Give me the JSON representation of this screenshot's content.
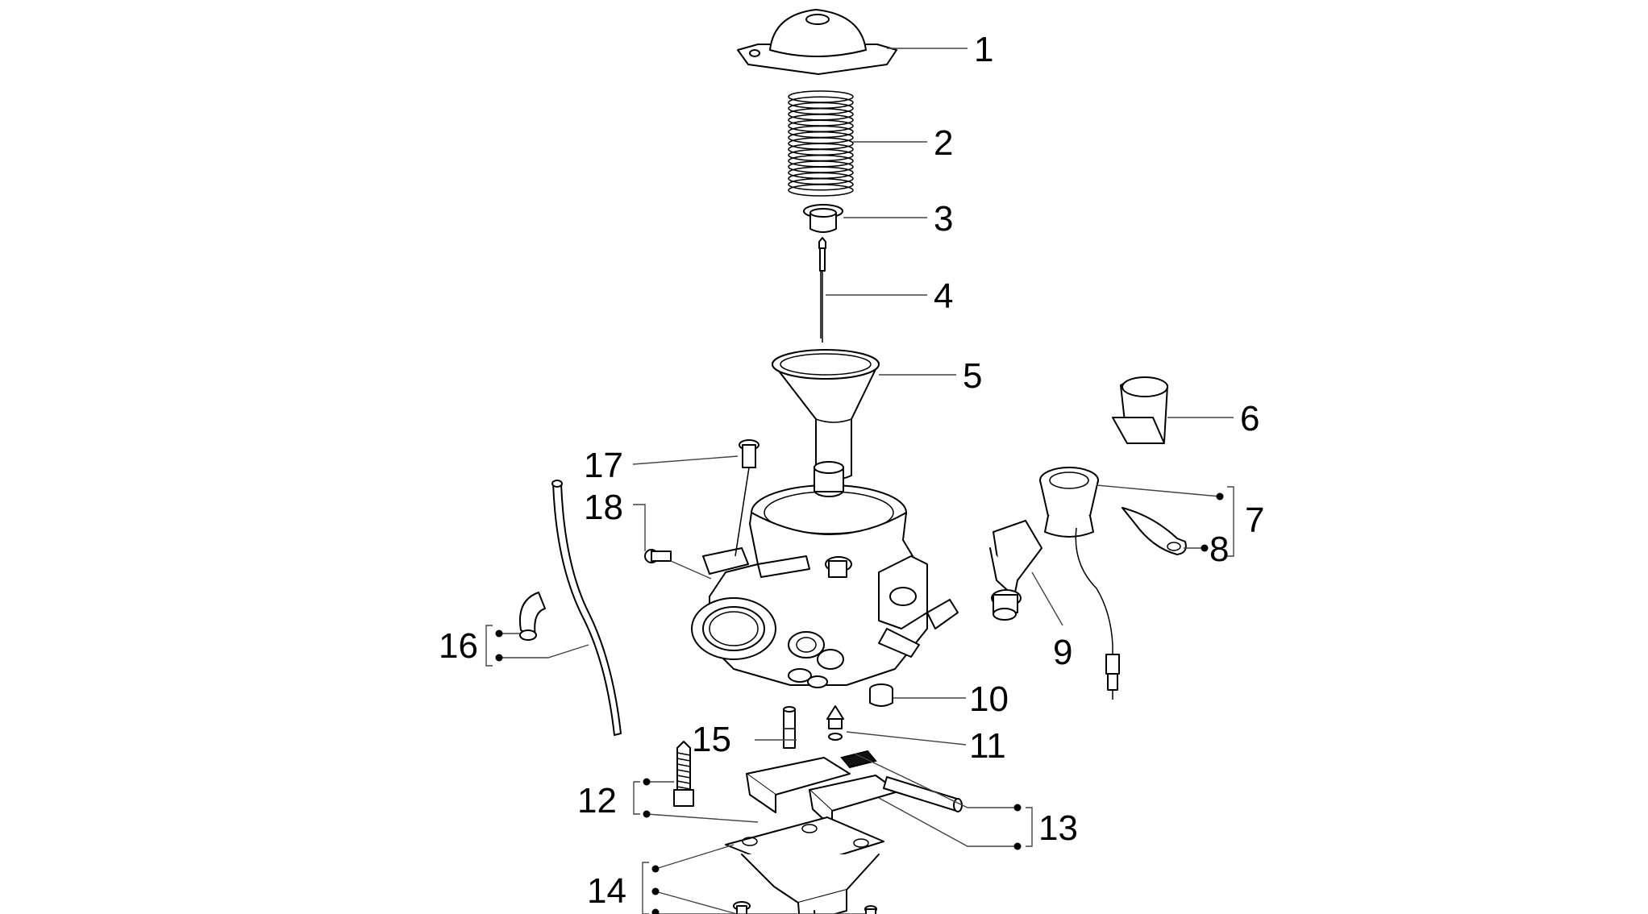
{
  "callouts": {
    "c1": "1",
    "c2": "2",
    "c3": "3",
    "c4": "4",
    "c5": "5",
    "c6": "6",
    "c7": "7",
    "c8": "8",
    "c9": "9",
    "c10": "10",
    "c11": "11",
    "c12": "12",
    "c13": "13",
    "c14": "14",
    "c15": "15",
    "c16": "16",
    "c17": "17",
    "c18": "18"
  },
  "colors": {
    "line": "#000000",
    "leader": "#444444",
    "background": "#ffffff"
  }
}
